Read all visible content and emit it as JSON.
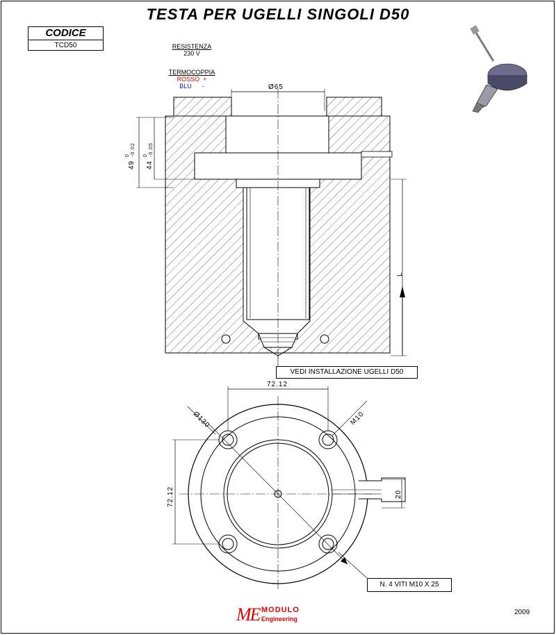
{
  "title": "TESTA PER UGELLI SINGOLI D50",
  "codice": {
    "header": "CODICE",
    "value": "TCD50"
  },
  "resistenza": {
    "label": "RESISTENZA",
    "value": "230 V"
  },
  "termocoppia": {
    "label": "TERMOCOPPIA",
    "rosso": "ROSSO  +",
    "blu": "BLU      -"
  },
  "dimensions": {
    "phi65": "Ø65",
    "d49": "49",
    "d49_tol_upper": "0",
    "d49_tol_lower": "-0.02",
    "d44": "44",
    "d44_tol_upper": "0",
    "d44_tol_lower": "-0.05",
    "L": "L",
    "top_72": "72.12",
    "side_72": "72.12",
    "phi130": "Ø130",
    "m10": "M10",
    "d20": "20"
  },
  "callouts": {
    "vedi": "VEDI INSTALLAZIONE UGELLI D50",
    "viti": "N. 4 VITI M10 X 25"
  },
  "footer": {
    "year": "2009",
    "logo_me": "ME",
    "logo_modulo": "MODULO",
    "logo_eng": "Engineering"
  },
  "colors": {
    "logo": "#e00000",
    "rosso": "#cc0000",
    "blu": "#1a1aa0"
  }
}
